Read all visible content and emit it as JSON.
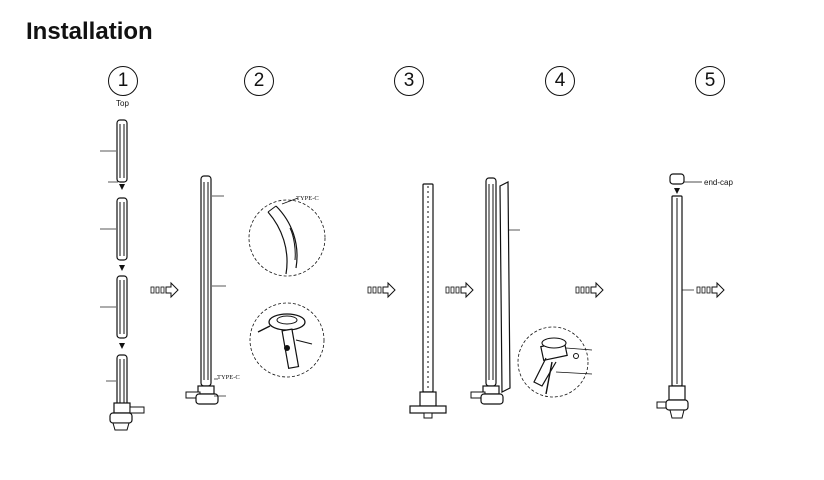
{
  "title": "Installation",
  "steps": [
    {
      "number": "1",
      "label": "Top"
    },
    {
      "number": "2",
      "labels": [
        "TYPE-C",
        "TYPE-C"
      ]
    },
    {
      "number": "3"
    },
    {
      "number": "4"
    },
    {
      "number": "5",
      "label": "end-cap"
    }
  ],
  "icons": [
    "step-arrow-icon"
  ]
}
